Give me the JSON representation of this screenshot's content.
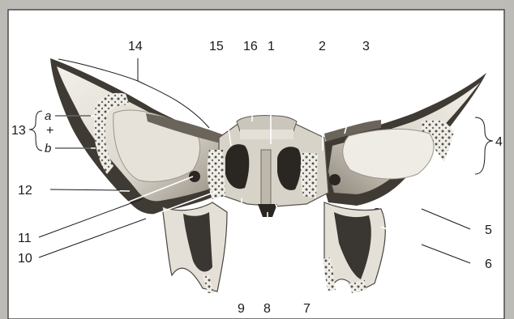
{
  "labels": {
    "l1": "1",
    "l2": "2",
    "l3": "3",
    "l4": "4",
    "l5": "5",
    "l6": "6",
    "l7": "7",
    "l8": "8",
    "l9": "9",
    "l10": "10",
    "l11": "11",
    "l12": "12",
    "l13": "13",
    "l14": "14",
    "l15": "15",
    "l16": "16",
    "a": "a",
    "plus": "+",
    "b": "b"
  },
  "colors": {
    "background": "#bdbbb6",
    "panel": "#ffffff",
    "bone_light": "#eeece6",
    "bone_mid": "#cfcac0",
    "bone_dark": "#3a3631",
    "label_text": "#1a1a1a"
  }
}
